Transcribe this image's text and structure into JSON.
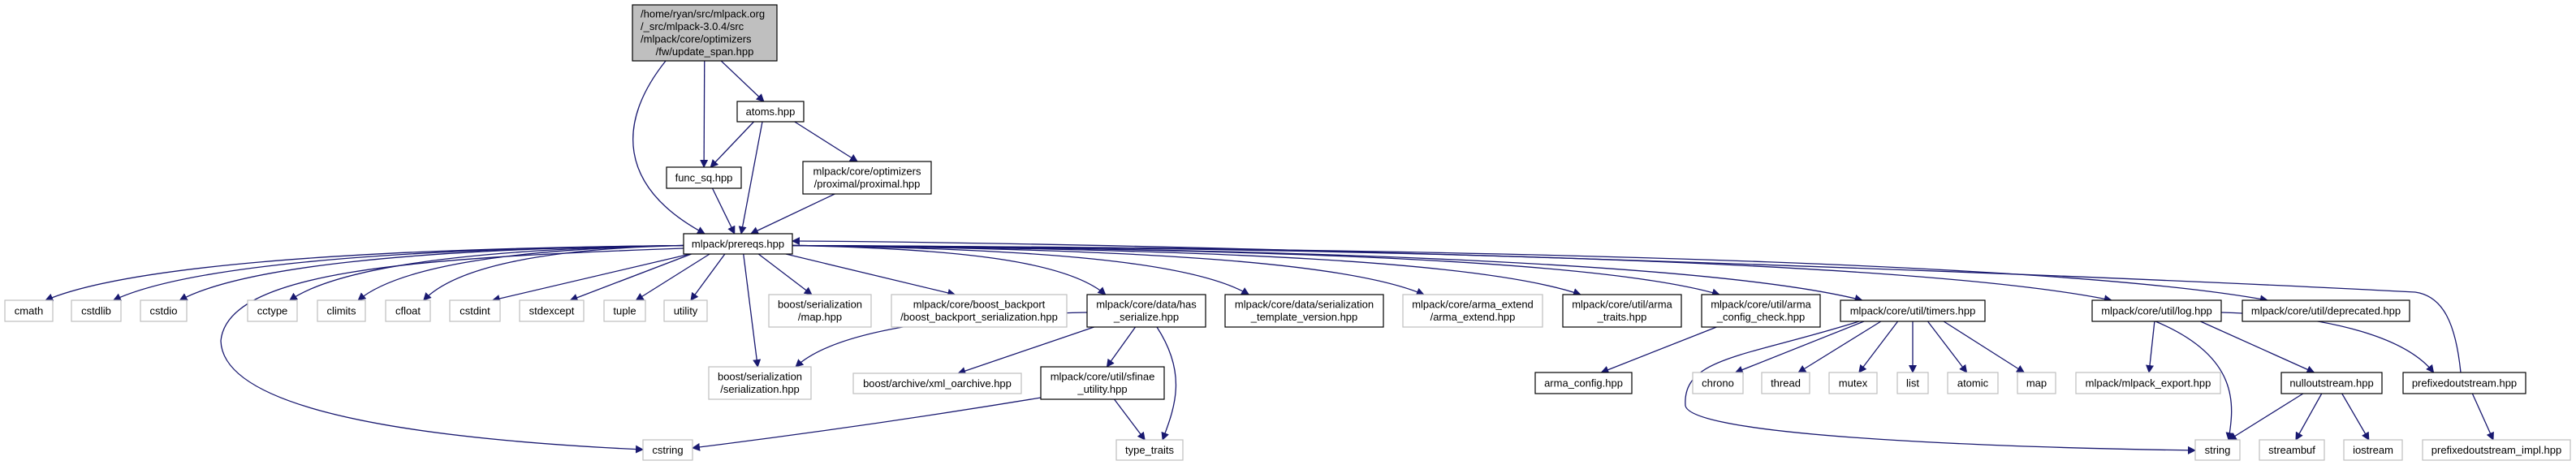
{
  "colors": {
    "edge": "#191970",
    "root_fill": "#bfbfbf",
    "external_border": "#bfbfbf",
    "node_border": "#000000"
  },
  "nodes": [
    {
      "id": "root",
      "kind": "root",
      "lines": [
        "/home/ryan/src/mlpack.org",
        "/_src/mlpack-3.0.4/src",
        "/mlpack/core/optimizers",
        "/fw/update_span.hpp"
      ]
    },
    {
      "id": "atoms",
      "kind": "normal",
      "lines": [
        "atoms.hpp"
      ]
    },
    {
      "id": "func_sq",
      "kind": "normal",
      "lines": [
        "func_sq.hpp"
      ]
    },
    {
      "id": "proximal",
      "kind": "normal",
      "lines": [
        "mlpack/core/optimizers",
        "/proximal/proximal.hpp"
      ]
    },
    {
      "id": "prereqs",
      "kind": "normal",
      "lines": [
        "mlpack/prereqs.hpp"
      ]
    },
    {
      "id": "cmath",
      "kind": "ext",
      "lines": [
        "cmath"
      ]
    },
    {
      "id": "cstdlib",
      "kind": "ext",
      "lines": [
        "cstdlib"
      ]
    },
    {
      "id": "cstdio",
      "kind": "ext",
      "lines": [
        "cstdio"
      ]
    },
    {
      "id": "cctype",
      "kind": "ext",
      "lines": [
        "cctype"
      ]
    },
    {
      "id": "climits",
      "kind": "ext",
      "lines": [
        "climits"
      ]
    },
    {
      "id": "cfloat",
      "kind": "ext",
      "lines": [
        "cfloat"
      ]
    },
    {
      "id": "cstdint",
      "kind": "ext",
      "lines": [
        "cstdint"
      ]
    },
    {
      "id": "stdexcept",
      "kind": "ext",
      "lines": [
        "stdexcept"
      ]
    },
    {
      "id": "tuple",
      "kind": "ext",
      "lines": [
        "tuple"
      ]
    },
    {
      "id": "utility",
      "kind": "ext",
      "lines": [
        "utility"
      ]
    },
    {
      "id": "bmap",
      "kind": "ext",
      "lines": [
        "boost/serialization",
        "/map.hpp"
      ]
    },
    {
      "id": "backport",
      "kind": "ext",
      "lines": [
        "mlpack/core/boost_backport",
        "/boost_backport_serialization.hpp"
      ]
    },
    {
      "id": "has_ser",
      "kind": "normal",
      "lines": [
        "mlpack/core/data/has",
        "_serialize.hpp"
      ]
    },
    {
      "id": "ser_tmpl",
      "kind": "normal",
      "lines": [
        "mlpack/core/data/serialization",
        "_template_version.hpp"
      ]
    },
    {
      "id": "arma_extend",
      "kind": "ext",
      "lines": [
        "mlpack/core/arma_extend",
        "/arma_extend.hpp"
      ]
    },
    {
      "id": "arma_traits",
      "kind": "normal",
      "lines": [
        "mlpack/core/util/arma",
        "_traits.hpp"
      ]
    },
    {
      "id": "arma_cfg_check",
      "kind": "normal",
      "lines": [
        "mlpack/core/util/arma",
        "_config_check.hpp"
      ]
    },
    {
      "id": "timers",
      "kind": "normal",
      "lines": [
        "mlpack/core/util/timers.hpp"
      ]
    },
    {
      "id": "log",
      "kind": "normal",
      "lines": [
        "mlpack/core/util/log.hpp"
      ]
    },
    {
      "id": "deprecated",
      "kind": "normal",
      "lines": [
        "mlpack/core/util/deprecated.hpp"
      ]
    },
    {
      "id": "ser_hpp",
      "kind": "ext",
      "lines": [
        "boost/serialization",
        "/serialization.hpp"
      ]
    },
    {
      "id": "xml",
      "kind": "ext",
      "lines": [
        "boost/archive/xml_oarchive.hpp"
      ]
    },
    {
      "id": "sfinae",
      "kind": "normal",
      "lines": [
        "mlpack/core/util/sfinae",
        "_utility.hpp"
      ]
    },
    {
      "id": "cstring",
      "kind": "ext",
      "lines": [
        "cstring"
      ]
    },
    {
      "id": "type_traits",
      "kind": "ext",
      "lines": [
        "type_traits"
      ]
    },
    {
      "id": "arma_config",
      "kind": "normal",
      "lines": [
        "arma_config.hpp"
      ]
    },
    {
      "id": "chrono",
      "kind": "ext",
      "lines": [
        "chrono"
      ]
    },
    {
      "id": "thread",
      "kind": "ext",
      "lines": [
        "thread"
      ]
    },
    {
      "id": "mutex",
      "kind": "ext",
      "lines": [
        "mutex"
      ]
    },
    {
      "id": "list",
      "kind": "ext",
      "lines": [
        "list"
      ]
    },
    {
      "id": "atomic",
      "kind": "ext",
      "lines": [
        "atomic"
      ]
    },
    {
      "id": "map",
      "kind": "ext",
      "lines": [
        "map"
      ]
    },
    {
      "id": "export",
      "kind": "ext",
      "lines": [
        "mlpack/mlpack_export.hpp"
      ]
    },
    {
      "id": "nullout",
      "kind": "normal",
      "lines": [
        "nulloutstream.hpp"
      ]
    },
    {
      "id": "prefixed",
      "kind": "normal",
      "lines": [
        "prefixedoutstream.hpp"
      ]
    },
    {
      "id": "string",
      "kind": "ext",
      "lines": [
        "string"
      ]
    },
    {
      "id": "streambuf",
      "kind": "ext",
      "lines": [
        "streambuf"
      ]
    },
    {
      "id": "iostream",
      "kind": "ext",
      "lines": [
        "iostream"
      ]
    },
    {
      "id": "prefixed_impl",
      "kind": "ext",
      "lines": [
        "prefixedoutstream_impl.hpp"
      ]
    }
  ],
  "edges": [
    [
      "root",
      "prereqs"
    ],
    [
      "root",
      "func_sq"
    ],
    [
      "root",
      "atoms"
    ],
    [
      "atoms",
      "func_sq"
    ],
    [
      "atoms",
      "prereqs"
    ],
    [
      "atoms",
      "proximal"
    ],
    [
      "func_sq",
      "prereqs"
    ],
    [
      "proximal",
      "prereqs"
    ],
    [
      "prereqs",
      "cmath"
    ],
    [
      "prereqs",
      "cstdlib"
    ],
    [
      "prereqs",
      "cstdio"
    ],
    [
      "prereqs",
      "cctype"
    ],
    [
      "prereqs",
      "climits"
    ],
    [
      "prereqs",
      "cfloat"
    ],
    [
      "prereqs",
      "cstdint"
    ],
    [
      "prereqs",
      "stdexcept"
    ],
    [
      "prereqs",
      "tuple"
    ],
    [
      "prereqs",
      "utility"
    ],
    [
      "prereqs",
      "bmap"
    ],
    [
      "prereqs",
      "backport"
    ],
    [
      "prereqs",
      "has_ser"
    ],
    [
      "prereqs",
      "ser_tmpl"
    ],
    [
      "prereqs",
      "arma_extend"
    ],
    [
      "prereqs",
      "arma_traits"
    ],
    [
      "prereqs",
      "arma_cfg_check"
    ],
    [
      "prereqs",
      "timers"
    ],
    [
      "prereqs",
      "log"
    ],
    [
      "prereqs",
      "deprecated"
    ],
    [
      "prereqs",
      "ser_hpp"
    ],
    [
      "prereqs",
      "cstring"
    ],
    [
      "has_ser",
      "ser_hpp"
    ],
    [
      "has_ser",
      "xml"
    ],
    [
      "has_ser",
      "sfinae"
    ],
    [
      "has_ser",
      "type_traits"
    ],
    [
      "sfinae",
      "cstring"
    ],
    [
      "sfinae",
      "type_traits"
    ],
    [
      "arma_cfg_check",
      "arma_config"
    ],
    [
      "timers",
      "chrono"
    ],
    [
      "timers",
      "thread"
    ],
    [
      "timers",
      "mutex"
    ],
    [
      "timers",
      "list"
    ],
    [
      "timers",
      "atomic"
    ],
    [
      "timers",
      "map"
    ],
    [
      "timers",
      "string"
    ],
    [
      "log",
      "export"
    ],
    [
      "log",
      "string"
    ],
    [
      "log",
      "nullout"
    ],
    [
      "log",
      "prefixed"
    ],
    [
      "nullout",
      "string"
    ],
    [
      "nullout",
      "streambuf"
    ],
    [
      "nullout",
      "iostream"
    ],
    [
      "prefixed",
      "prefixed_impl"
    ],
    [
      "prefixed",
      "prereqs"
    ]
  ]
}
